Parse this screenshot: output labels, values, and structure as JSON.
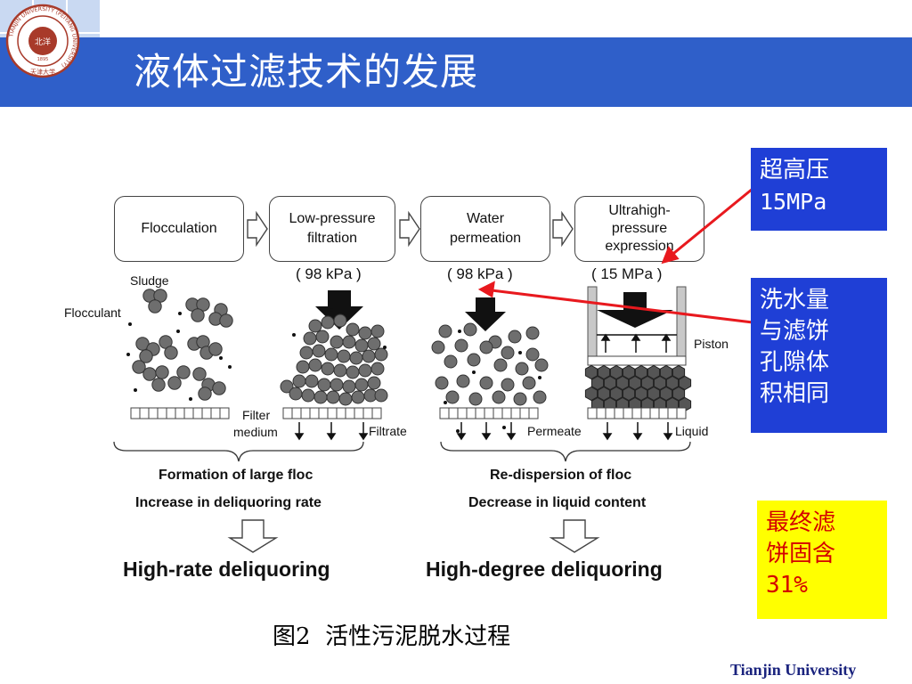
{
  "slide": {
    "title": "液体过滤技术的发展",
    "footer": "Tianjin University",
    "caption": "图2  活性污泥脱水过程"
  },
  "logo": {
    "ring_text": "TIANJIN UNIVERSITY (PEIYANG UNIVERSITY)",
    "center_text": "北洋",
    "year": "1895",
    "bottom_text": "天津大学"
  },
  "stages": [
    {
      "label_lines": [
        "Flocculation"
      ]
    },
    {
      "label_lines": [
        "Low-pressure",
        "filtration"
      ],
      "pressure": "( 98 kPa )"
    },
    {
      "label_lines": [
        "Water",
        "permeation"
      ],
      "pressure": "( 98 kPa )"
    },
    {
      "label_lines": [
        "Ultrahigh-",
        "pressure",
        "expression"
      ],
      "pressure": "( 15 MPa )"
    }
  ],
  "labels": {
    "sludge": "Sludge",
    "flocculant": "Flocculant",
    "filter_medium_1": "Filter",
    "filter_medium_2": "medium",
    "filtrate": "Filtrate",
    "permeate": "Permeate",
    "liquid": "Liquid",
    "piston": "Piston"
  },
  "summary": {
    "left_line1": "Formation of large floc",
    "left_line2": "Increase in deliquoring rate",
    "right_line1": "Re-dispersion of floc",
    "right_line2": "Decrease in liquid content",
    "left_result": "High-rate deliquoring",
    "right_result": "High-degree deliquoring"
  },
  "notes": [
    {
      "lines": [
        "超高压",
        "15MPa"
      ],
      "bg": "#1f3fd6",
      "color": "#ffffff"
    },
    {
      "lines": [
        "洗水量",
        "与滤饼",
        "孔隙体",
        "积相同"
      ],
      "bg": "#1f3fd6",
      "color": "#ffffff"
    },
    {
      "lines": [
        "最终滤",
        "饼固含",
        "31%"
      ],
      "bg": "#ffff00",
      "color": "#d40000"
    }
  ],
  "colors": {
    "title_bar": "#2f5fc9",
    "arrow_red": "#e8191e",
    "particle": "#6e6e6e"
  }
}
